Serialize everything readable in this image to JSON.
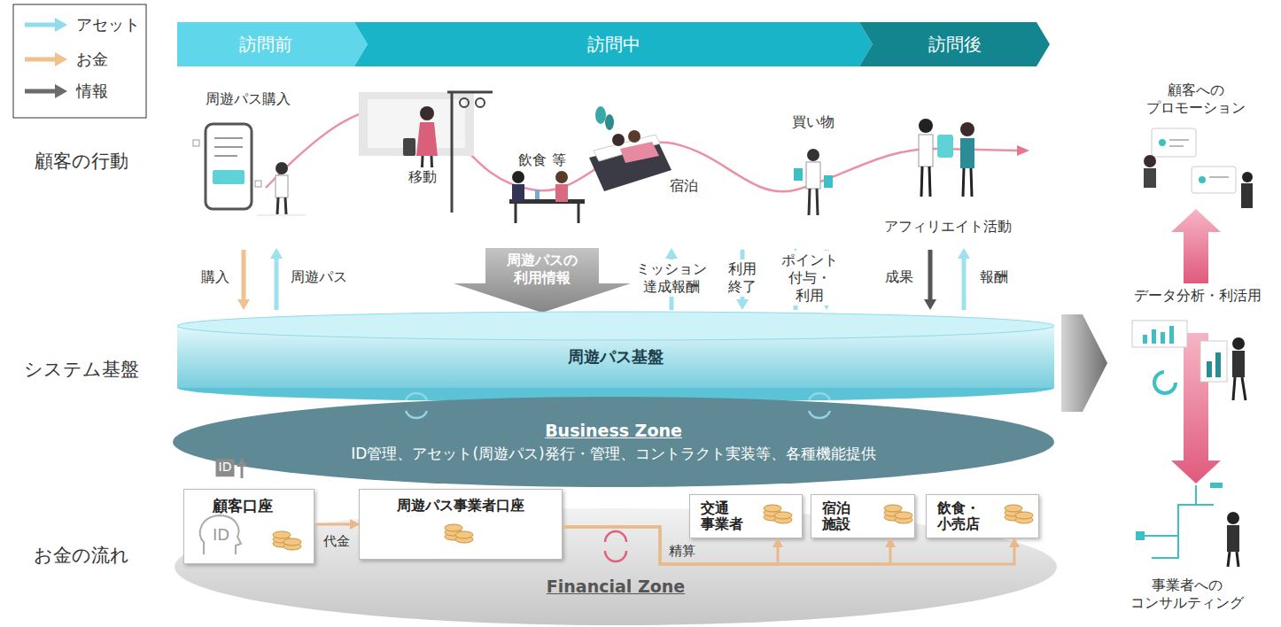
{
  "diagram": {
    "nodes": [
      {
        "text": [
          "訪問前"
        ]
      },
      {
        "text": [
          "訪問中"
        ]
      },
      {
        "text": [
          "訪問後"
        ]
      },
      {
        "text": [
          "周遊パス基盤"
        ]
      },
      {
        "text": [
          "Business Zone",
          "ID管理、アセット(周遊パス)発行・管理、コントラクト実装等、各種機能提供"
        ]
      },
      {
        "text": [
          "Financial Zone"
        ]
      },
      {
        "text": [
          "顧客口座",
          "ID"
        ],
        "in": 5
      },
      {
        "text": [
          "周遊パス事業者口座"
        ],
        "in": 5
      },
      {
        "text": [
          "交通 事業者"
        ],
        "in": 5
      },
      {
        "text": [
          "宿泊 施設"
        ],
        "in": 5
      },
      {
        "text": [
          "飲食・ 小売店"
        ],
        "in": 5
      }
    ],
    "edges": [
      {
        "from": 6,
        "to": 7,
        "label": "代金",
        "arrow": "to"
      },
      {
        "from": 7,
        "to": 8,
        "label": "精算",
        "arrow": "to"
      },
      {
        "from": 7,
        "to": 9,
        "arrow": "to"
      },
      {
        "from": 7,
        "to": 10,
        "arrow": "to"
      }
    ],
    "labels": [
      "顧客の行動",
      "システム基盤",
      "お金の流れ",
      "周遊パス購入",
      "移動",
      "飲食 等",
      "宿泊",
      "買い物",
      "アフィリエイト活動",
      "購入",
      "周遊パス",
      "周遊パスの 利用情報",
      "ミッション 達成報酬",
      "利用 終了",
      "ポイント 付与・利用",
      "成果",
      "報酬",
      "ID",
      "顧客への プロモーション",
      "データ分析・利活用",
      "事業者への コンサルティング"
    ],
    "legend": [
      {
        "text": "アセット"
      },
      {
        "text": "お金"
      },
      {
        "text": "情報"
      }
    ]
  }
}
